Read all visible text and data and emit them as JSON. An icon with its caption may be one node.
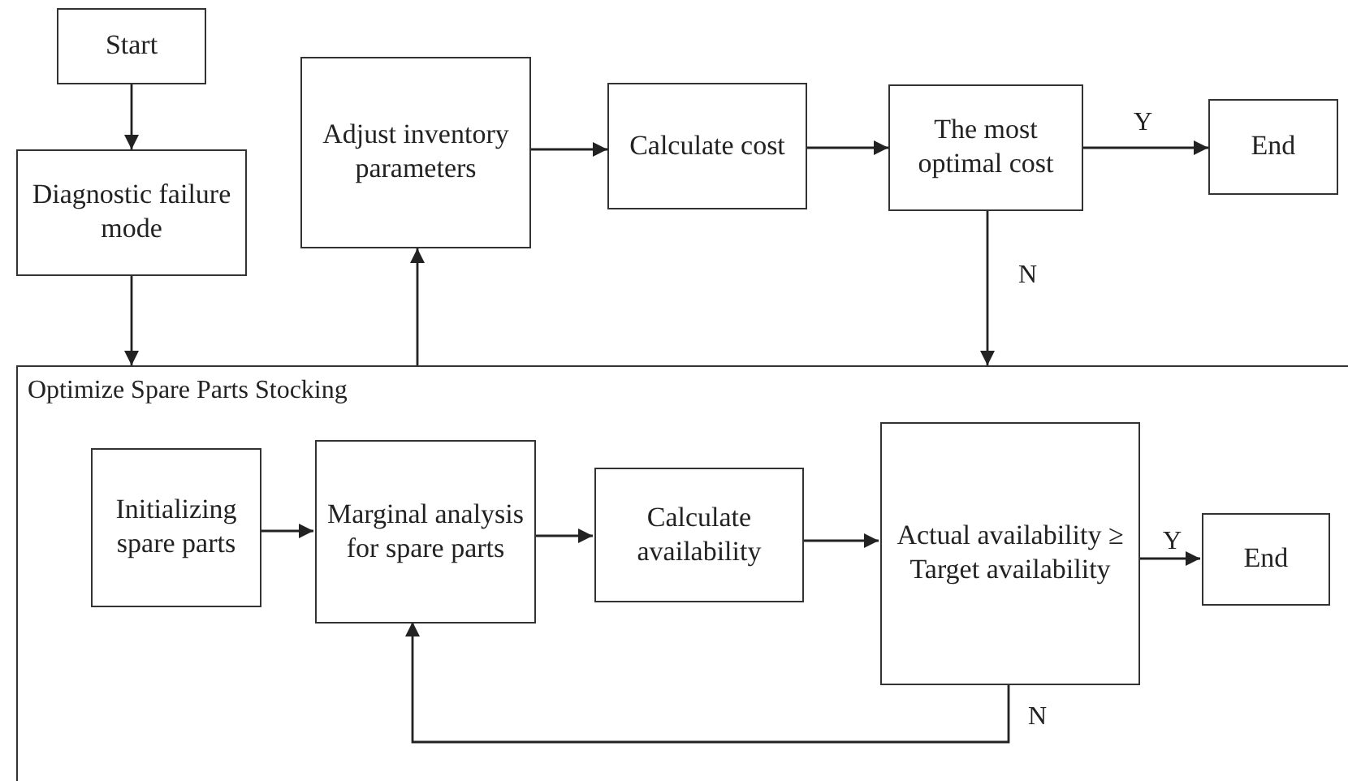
{
  "diagram": {
    "nodes": [
      {
        "text": [
          "Start"
        ]
      },
      {
        "text": [
          "Diagnostic failure mode"
        ]
      },
      {
        "text": [
          "Adjust inventory parameters"
        ]
      },
      {
        "text": [
          "Calculate cost"
        ]
      },
      {
        "text": [
          "The most optimal cost"
        ]
      },
      {
        "text": [
          "End"
        ]
      },
      {
        "text": [
          "Optimize Spare Parts Stocking"
        ]
      },
      {
        "text": [
          "Initializing spare parts"
        ],
        "in": 6
      },
      {
        "text": [
          "Marginal analysis for spare parts"
        ],
        "in": 6
      },
      {
        "text": [
          "Calculate availability"
        ],
        "in": 6
      },
      {
        "text": [
          "Actual availability ≥ Target availability"
        ],
        "in": 6
      },
      {
        "text": [
          "End"
        ],
        "in": 6
      }
    ],
    "edges": [
      {
        "from": 0,
        "to": 1,
        "arrow": "to"
      },
      {
        "from": 1,
        "to": 6,
        "arrow": "to"
      },
      {
        "from": 6,
        "to": 2,
        "arrow": "to"
      },
      {
        "from": 2,
        "to": 3,
        "arrow": "to"
      },
      {
        "from": 3,
        "to": 4,
        "arrow": "to"
      },
      {
        "from": 4,
        "to": 5,
        "arrow": "to",
        "label": "Y"
      },
      {
        "from": 4,
        "to": 6,
        "arrow": "to",
        "label": "N"
      },
      {
        "from": 7,
        "to": 8,
        "arrow": "to"
      },
      {
        "from": 8,
        "to": 9,
        "arrow": "to"
      },
      {
        "from": 9,
        "to": 10,
        "arrow": "to"
      },
      {
        "from": 10,
        "to": 11,
        "arrow": "to",
        "label": "Y"
      },
      {
        "from": 10,
        "to": 8,
        "arrow": "to",
        "label": "N"
      }
    ]
  }
}
